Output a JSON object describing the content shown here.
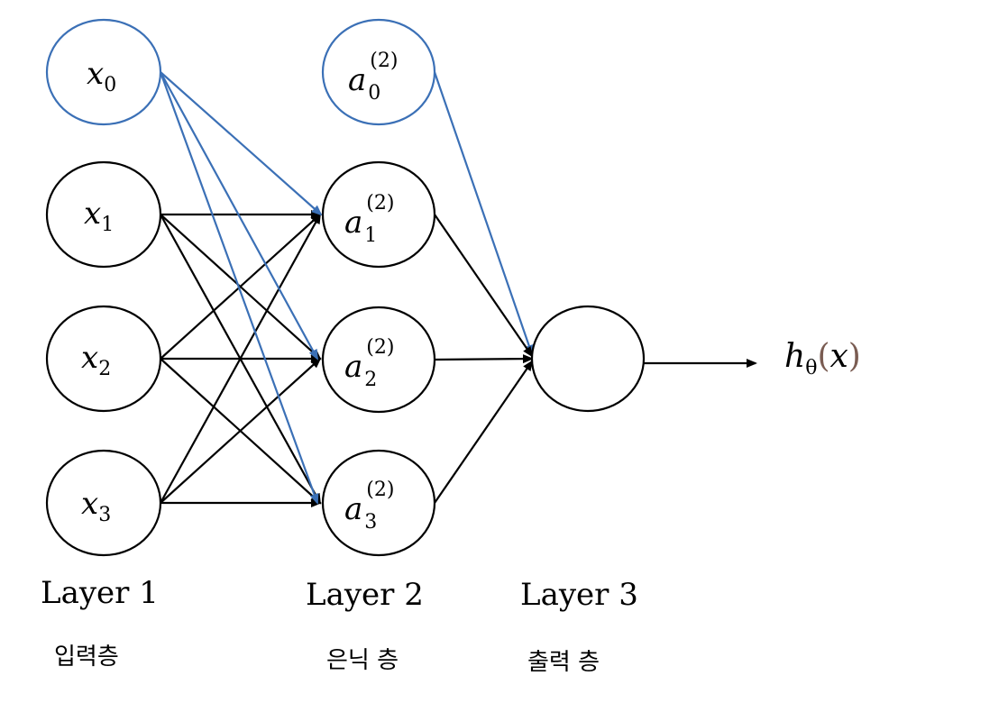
{
  "input_nodes": [
    {
      "var": "x",
      "sub": "0",
      "bias": true
    },
    {
      "var": "x",
      "sub": "1",
      "bias": false
    },
    {
      "var": "x",
      "sub": "2",
      "bias": false
    },
    {
      "var": "x",
      "sub": "3",
      "bias": false
    }
  ],
  "hidden_nodes": [
    {
      "var": "a",
      "sub": "0",
      "sup": "(2)",
      "bias": true
    },
    {
      "var": "a",
      "sub": "1",
      "sup": "(2)",
      "bias": false
    },
    {
      "var": "a",
      "sub": "2",
      "sup": "(2)",
      "bias": false
    },
    {
      "var": "a",
      "sub": "3",
      "sup": "(2)",
      "bias": false
    }
  ],
  "output": {
    "h": "h",
    "theta": "θ",
    "open": "(",
    "x": "x",
    "close": ")"
  },
  "layers": [
    {
      "label": "Layer 1",
      "korean": "입력층"
    },
    {
      "label": "Layer 2",
      "korean": "은닉 층"
    },
    {
      "label": "Layer 3",
      "korean": "출력 층"
    }
  ],
  "colors": {
    "bias": "#3b70b6",
    "normal": "#000000",
    "paren": "#7a5c52"
  }
}
